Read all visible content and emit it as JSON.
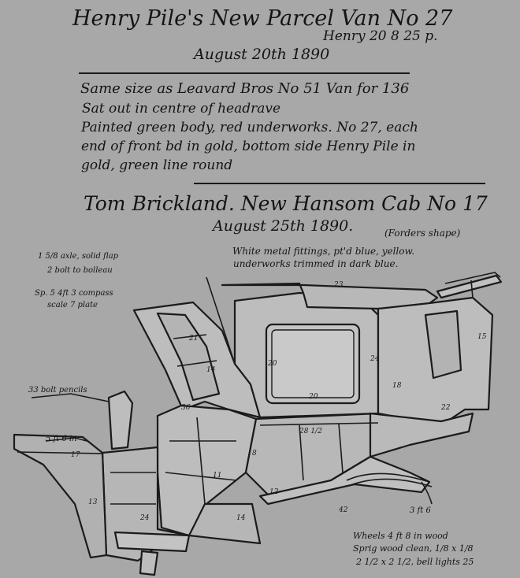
{
  "header": {
    "title": "Henry Pile's New Parcel Van No 27",
    "sub": "Henry 20 8 25 p.",
    "date": "August 20th 1890"
  },
  "notes": {
    "line1": "Same size as Leavard Bros No 51 Van for 136",
    "line2": "Sat out in centre of headrave",
    "line3": "Painted green body, red underworks. No 27, each",
    "line4": "end of front bd in gold, bottom side Henry Pile in",
    "line5": "gold, green line round"
  },
  "section2": {
    "title": "Tom Brickland. New Hansom Cab No 17",
    "date": "August 25th 1890.",
    "note_right": "(Forders shape)",
    "fittings_line1": "White metal fittings, pt'd blue, yellow.",
    "fittings_line2": "underworks trimmed in dark blue."
  },
  "sketch_notes": {
    "axle1": "1 5/8 axle, solid flap",
    "axle2": "2 bolt to bolleau",
    "spring1": "Sp. 5 4ft 3 compass",
    "spring2": "scale 7 plate",
    "rail": "33 bolt pencils",
    "front": "5 ft 6 in",
    "spr": "3 ft 6",
    "bottom1": "Wheels 4 ft 8 in wood",
    "bottom2": "Sprig wood clean, 1/8 x 1/8",
    "bottom3": "2 1/2 x 2 1/2, bell lights 25"
  },
  "dimensions": [
    "23",
    "15",
    "24",
    "20",
    "20",
    "28 1/2",
    "14",
    "21",
    "36",
    "8",
    "12",
    "42",
    "18",
    "22",
    "13",
    "17",
    "11",
    "24",
    "14"
  ]
}
